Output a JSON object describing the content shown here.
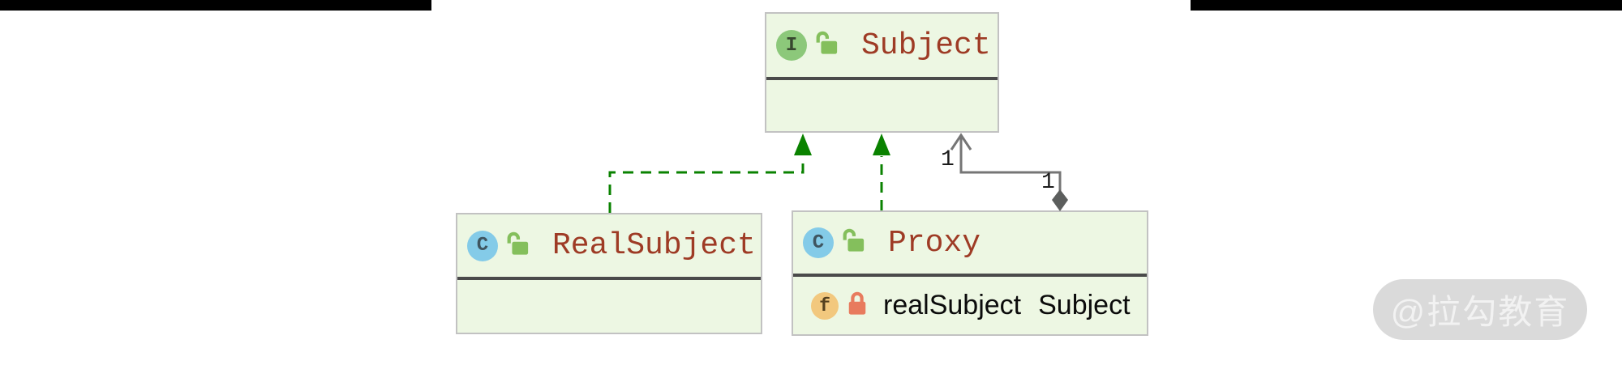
{
  "diagram": {
    "classes": {
      "subject": {
        "kind": "interface",
        "icon_letter": "I",
        "visibility_icon": "unlocked-padlock",
        "name": "Subject",
        "members": []
      },
      "real_subject": {
        "kind": "class",
        "icon_letter": "C",
        "visibility_icon": "unlocked-padlock",
        "name": "RealSubject",
        "members": []
      },
      "proxy": {
        "kind": "class",
        "icon_letter": "C",
        "visibility_icon": "unlocked-padlock",
        "name": "Proxy",
        "field": {
          "icon_letter": "f",
          "visibility_icon": "locked-padlock",
          "name": "realSubject",
          "type": "Subject"
        }
      }
    },
    "relations": {
      "realization_realsubject_to_subject": {
        "style": "green-dashed-hollow-triangle"
      },
      "realization_proxy_to_subject": {
        "style": "green-dashed-filled-triangle"
      },
      "aggregation_proxy_to_subject": {
        "style": "gray-solid-open-arrow-diamond",
        "subject_end_label": "1",
        "proxy_end_label": "1"
      }
    }
  },
  "watermark": {
    "text": "@拉勾教育"
  },
  "colors": {
    "node_fill": "#edf7e3",
    "node_border": "#c2c2c2",
    "separator": "#4a4a4a",
    "class_name_text": "#9e3b25",
    "field_text": "#0b0b0b",
    "realization_green": "#0a8200",
    "relation_gray": "#757575",
    "diamond_fill": "#5c5e5d",
    "interface_badge": "#8cc87a",
    "class_badge": "#84cbe8",
    "field_badge": "#f2c87e",
    "open_lock": "#84bf5c",
    "closed_lock": "#e87b5e",
    "watermark_pill": "#dadada",
    "watermark_text": "#f2f2f2",
    "letterbox": "#000000"
  }
}
